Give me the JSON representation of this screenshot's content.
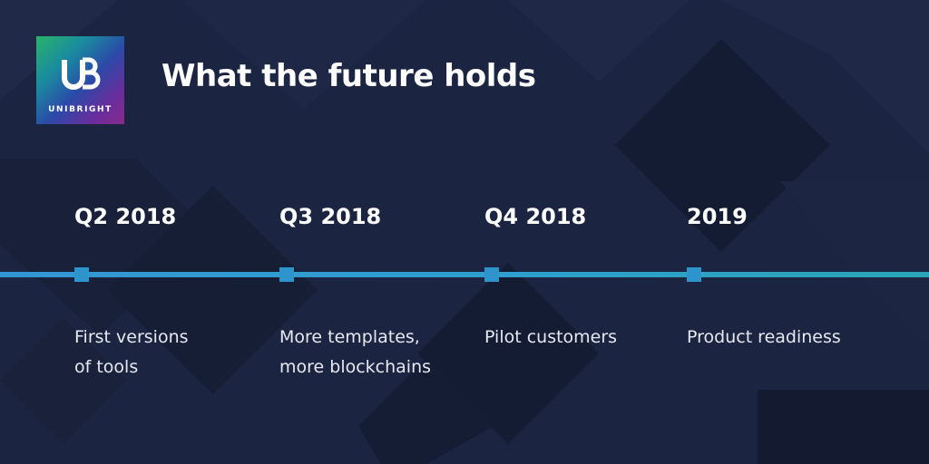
{
  "brand": {
    "logo_text": "UNIBRIGHT"
  },
  "header": {
    "title": "What the future holds"
  },
  "colors": {
    "background": "#1b2440",
    "accent": "#2e95cc",
    "text": "#ffffff"
  },
  "timeline": {
    "milestones": [
      {
        "date": "Q2 2018",
        "description": "First versions\nof tools"
      },
      {
        "date": "Q3 2018",
        "description": "More templates,\nmore blockchains"
      },
      {
        "date": "Q4 2018",
        "description": "Pilot customers"
      },
      {
        "date": "2019",
        "description": "Product readiness"
      }
    ]
  }
}
